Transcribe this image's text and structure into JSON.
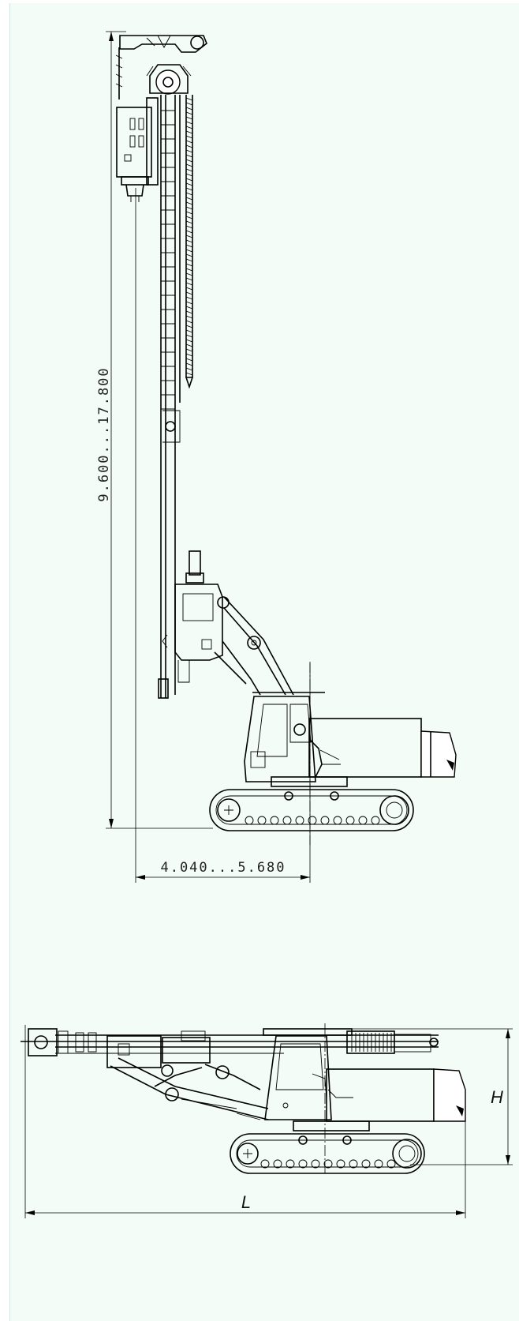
{
  "drawing": {
    "upper_view": {
      "height_range": "9.600...17.800",
      "reach_range": "4.040...5.680"
    },
    "lower_view": {
      "length_label": "L",
      "height_label": "H"
    },
    "colors": {
      "sheet_background": "#f3fcf7",
      "line": "#000000"
    }
  }
}
